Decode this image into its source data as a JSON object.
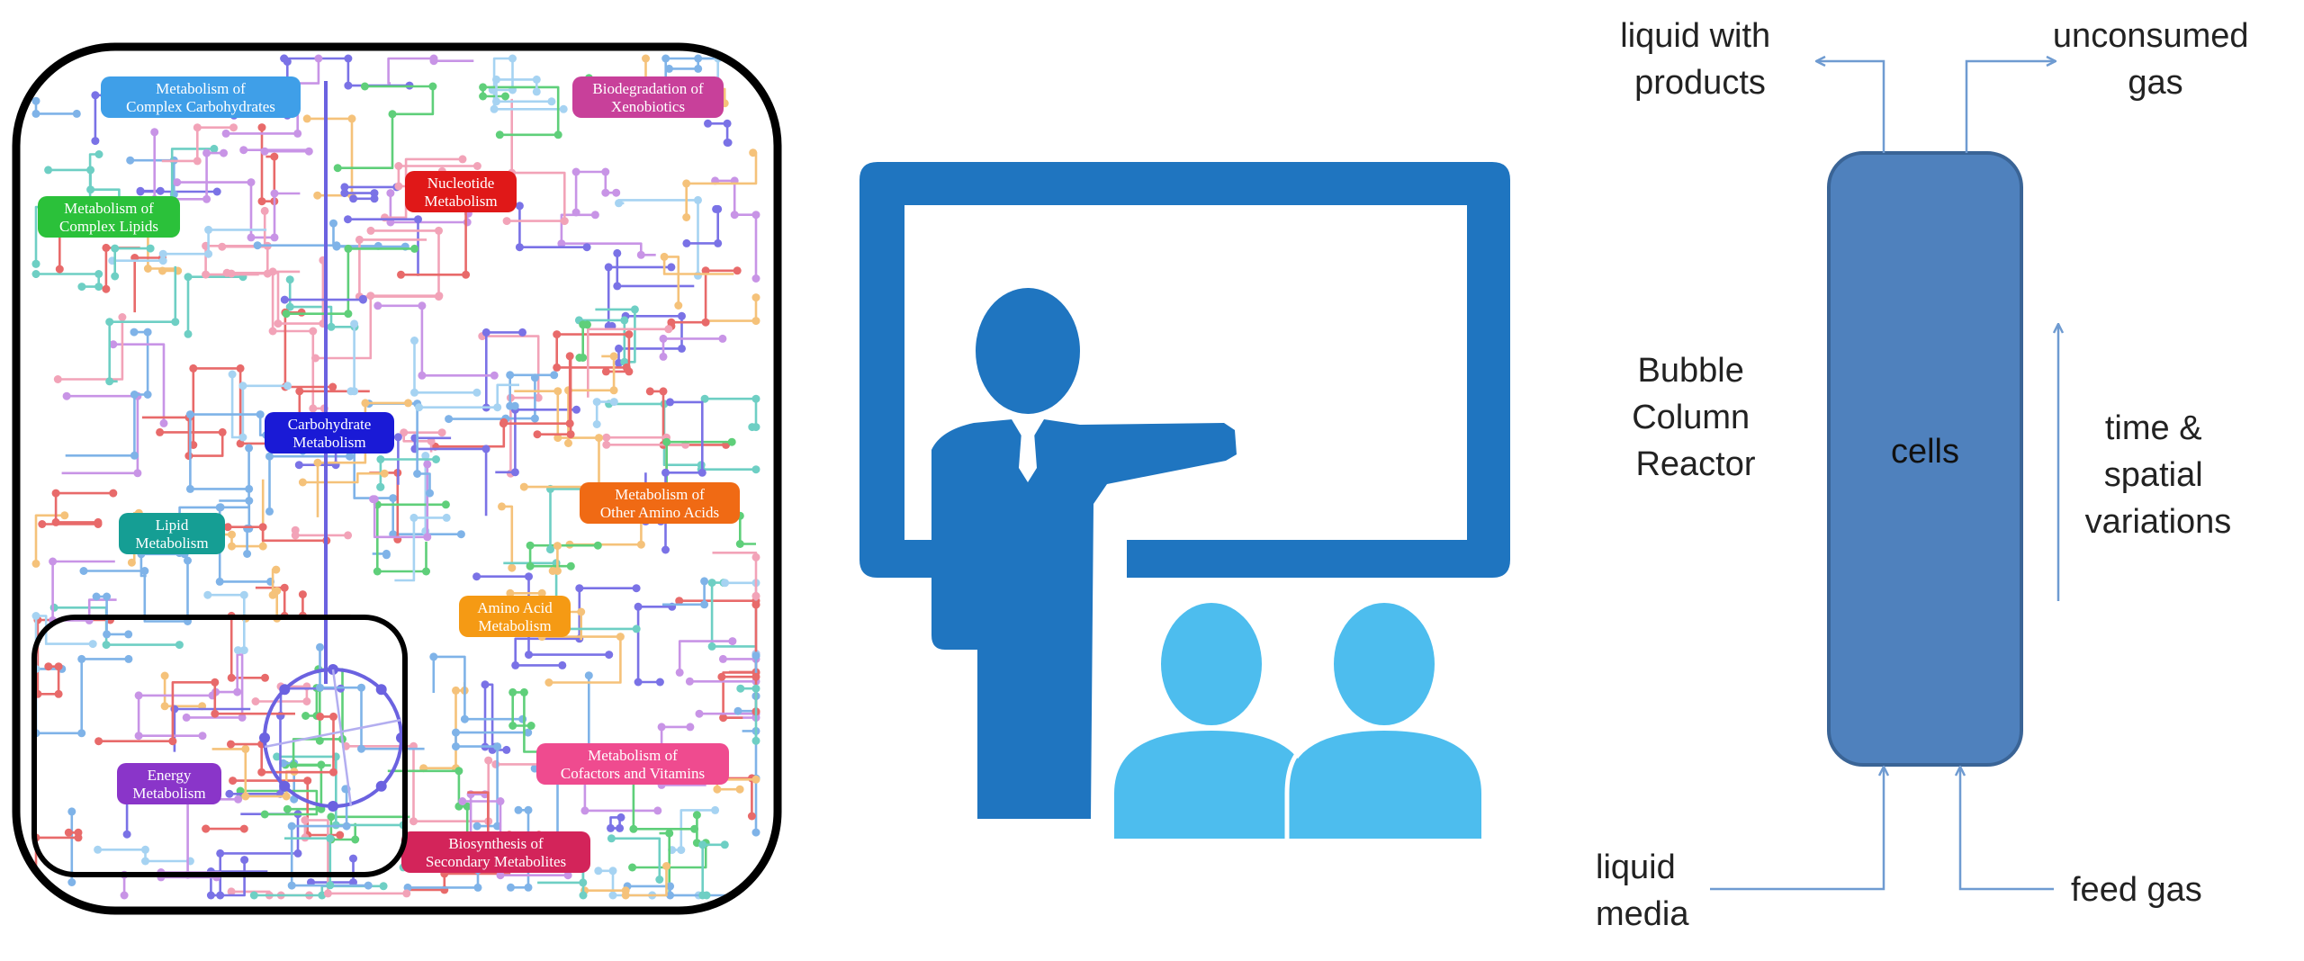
{
  "metabolic_map": {
    "frame_color": "#000000",
    "line_colors": [
      "#7fb3e8",
      "#5fcf7a",
      "#c894e6",
      "#f2a3b8",
      "#f5c27a",
      "#e86a6a",
      "#6ecfc4",
      "#7a72e6",
      "#a6d3f2"
    ],
    "labels": [
      {
        "id": "complex-carbohydrates",
        "l1": "Metabolism of",
        "l2": "Complex Carbohydrates",
        "color": "#3f9fe8"
      },
      {
        "id": "xenobiotics",
        "l1": "Biodegradation of",
        "l2": "Xenobiotics",
        "color": "#c8409a"
      },
      {
        "id": "nucleotide",
        "l1": "Nucleotide",
        "l2": "Metabolism",
        "color": "#e01818"
      },
      {
        "id": "complex-lipids",
        "l1": "Metabolism of",
        "l2": "Complex Lipids",
        "color": "#2bc13a"
      },
      {
        "id": "carbohydrate",
        "l1": "Carbohydrate",
        "l2": "Metabolism",
        "color": "#1a1ad6"
      },
      {
        "id": "other-amino-acids",
        "l1": "Metabolism of",
        "l2": "Other Amino Acids",
        "color": "#f06a14"
      },
      {
        "id": "lipid",
        "l1": "Lipid",
        "l2": "Metabolism",
        "color": "#159e94"
      },
      {
        "id": "amino-acid",
        "l1": "Amino Acid",
        "l2": "Metabolism",
        "color": "#f59a14"
      },
      {
        "id": "energy",
        "l1": "Energy",
        "l2": "Metabolism",
        "color": "#8a35c9"
      },
      {
        "id": "cofactors-vitamins",
        "l1": "Metabolism of",
        "l2": "Cofactors and Vitamins",
        "color": "#ef4b8f"
      },
      {
        "id": "secondary-metabolites",
        "l1": "Biosynthesis of",
        "l2": "Secondary Metabolites",
        "color": "#d3245a"
      }
    ]
  },
  "presenter_icon": {
    "icon": "presenter-icon",
    "board_color": "#1f75c0",
    "person_color": "#1f75c0",
    "audience_color": "#4dbdee"
  },
  "reactor": {
    "title_lines": [
      "Bubble",
      "Column",
      "Reactor"
    ],
    "body_label": "cells",
    "side_lines": [
      "time &",
      "spatial",
      "variations"
    ],
    "outlet_liquid": [
      "liquid with",
      "products"
    ],
    "outlet_gas": [
      "unconsumed",
      "gas"
    ],
    "inlet_liquid": [
      "liquid",
      "media"
    ],
    "inlet_gas": "feed gas",
    "column_color": "#4f81bd",
    "column_border": "#3a6496",
    "arrow_color": "#6f9bd1"
  }
}
